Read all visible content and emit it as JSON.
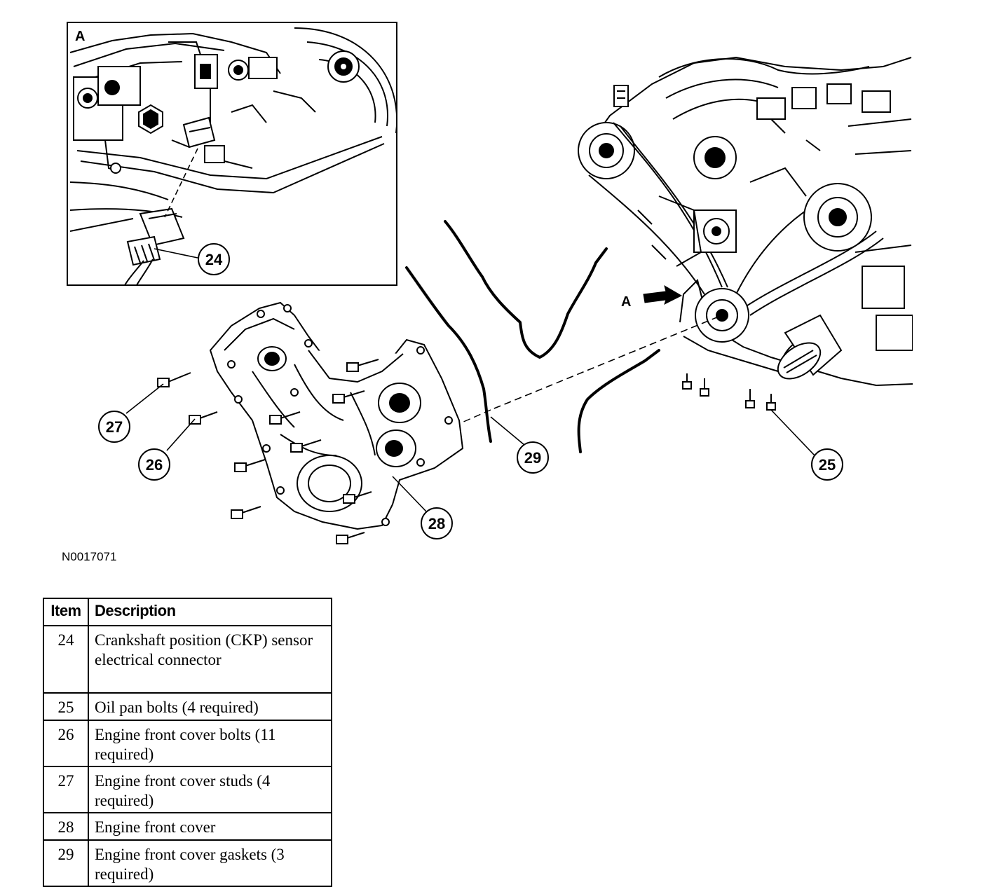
{
  "figure_id": "N0017071",
  "view_labels": {
    "inset": "A",
    "arrow": "A"
  },
  "callouts": [
    "24",
    "25",
    "26",
    "27",
    "28",
    "29"
  ],
  "legend": {
    "headers": {
      "item": "Item",
      "description": "Description"
    },
    "rows": [
      {
        "item": "24",
        "description": "Crankshaft position (CKP) sensor electrical connector"
      },
      {
        "item": "25",
        "description": "Oil pan bolts (4 required)"
      },
      {
        "item": "26",
        "description": "Engine front cover bolts (11 required)"
      },
      {
        "item": "27",
        "description": "Engine front cover studs (4 required)"
      },
      {
        "item": "28",
        "description": "Engine front cover"
      },
      {
        "item": "29",
        "description": "Engine front cover gaskets (3 required)"
      }
    ]
  }
}
